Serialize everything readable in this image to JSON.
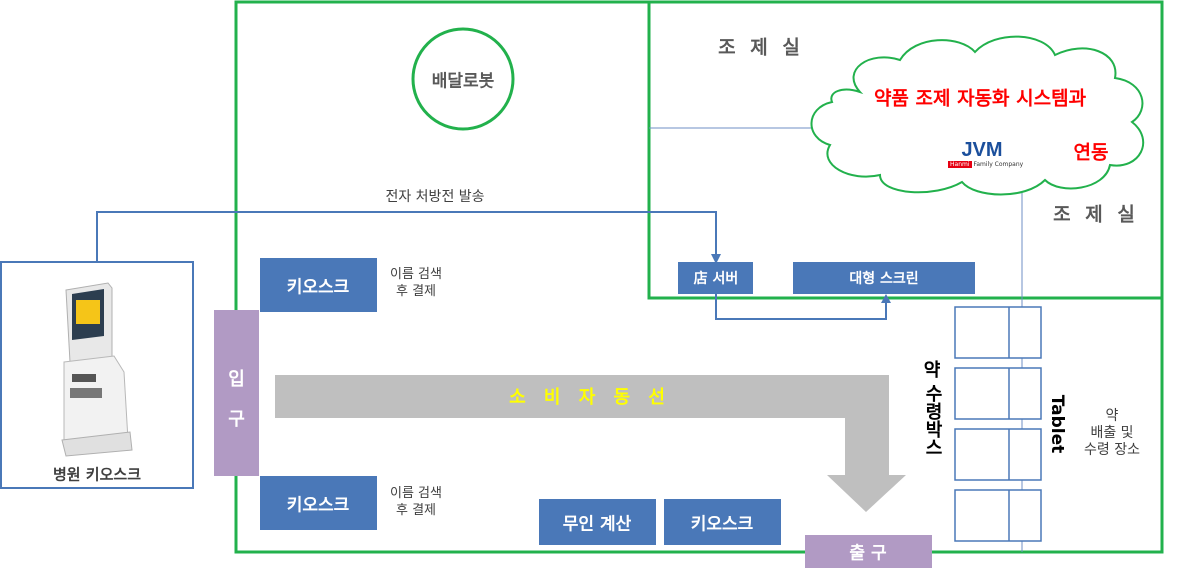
{
  "left_kiosk": {
    "label": "병원 키오스크",
    "screen_text": ""
  },
  "delivery_robot": "배달로봇",
  "e_prescription": "전자 처방전 발송",
  "dispensing_room_top": "조 제 실",
  "dispensing_room_right": "조 제 실",
  "cloud": {
    "line1": "약품 조제 자동화 시스템과",
    "line2": "연동",
    "logo": "JVM",
    "logo_sub_badge": "Hanmi",
    "logo_sub": "Family Company"
  },
  "store_server": "店 서버",
  "large_screen": "대형 스크린",
  "kiosk_top": {
    "label": "키오스크",
    "note1": "이름 검색",
    "note2": "후 결제"
  },
  "kiosk_bottom": {
    "label": "키오스크",
    "note1": "이름 검색",
    "note2": "후 결제"
  },
  "entrance": [
    "입",
    "구"
  ],
  "flow_label": "소 비 자 동 선",
  "unmanned_payment": "무인 계산",
  "kiosk_center": "키오스크",
  "exit": "출 구",
  "pickup_box": [
    "약",
    "수령",
    "박스"
  ],
  "tablet": "Tablet",
  "pickup_place": {
    "line1": "약",
    "line2": "배출 및",
    "line3": "수령 장소"
  },
  "colors": {
    "green": "#22b14c",
    "blue_box": "#4a78b8",
    "purple": "#b19ac4",
    "gray_arrow": "#bfbfbf",
    "red_text": "#ff0000",
    "yellow_text": "#ffff00"
  }
}
